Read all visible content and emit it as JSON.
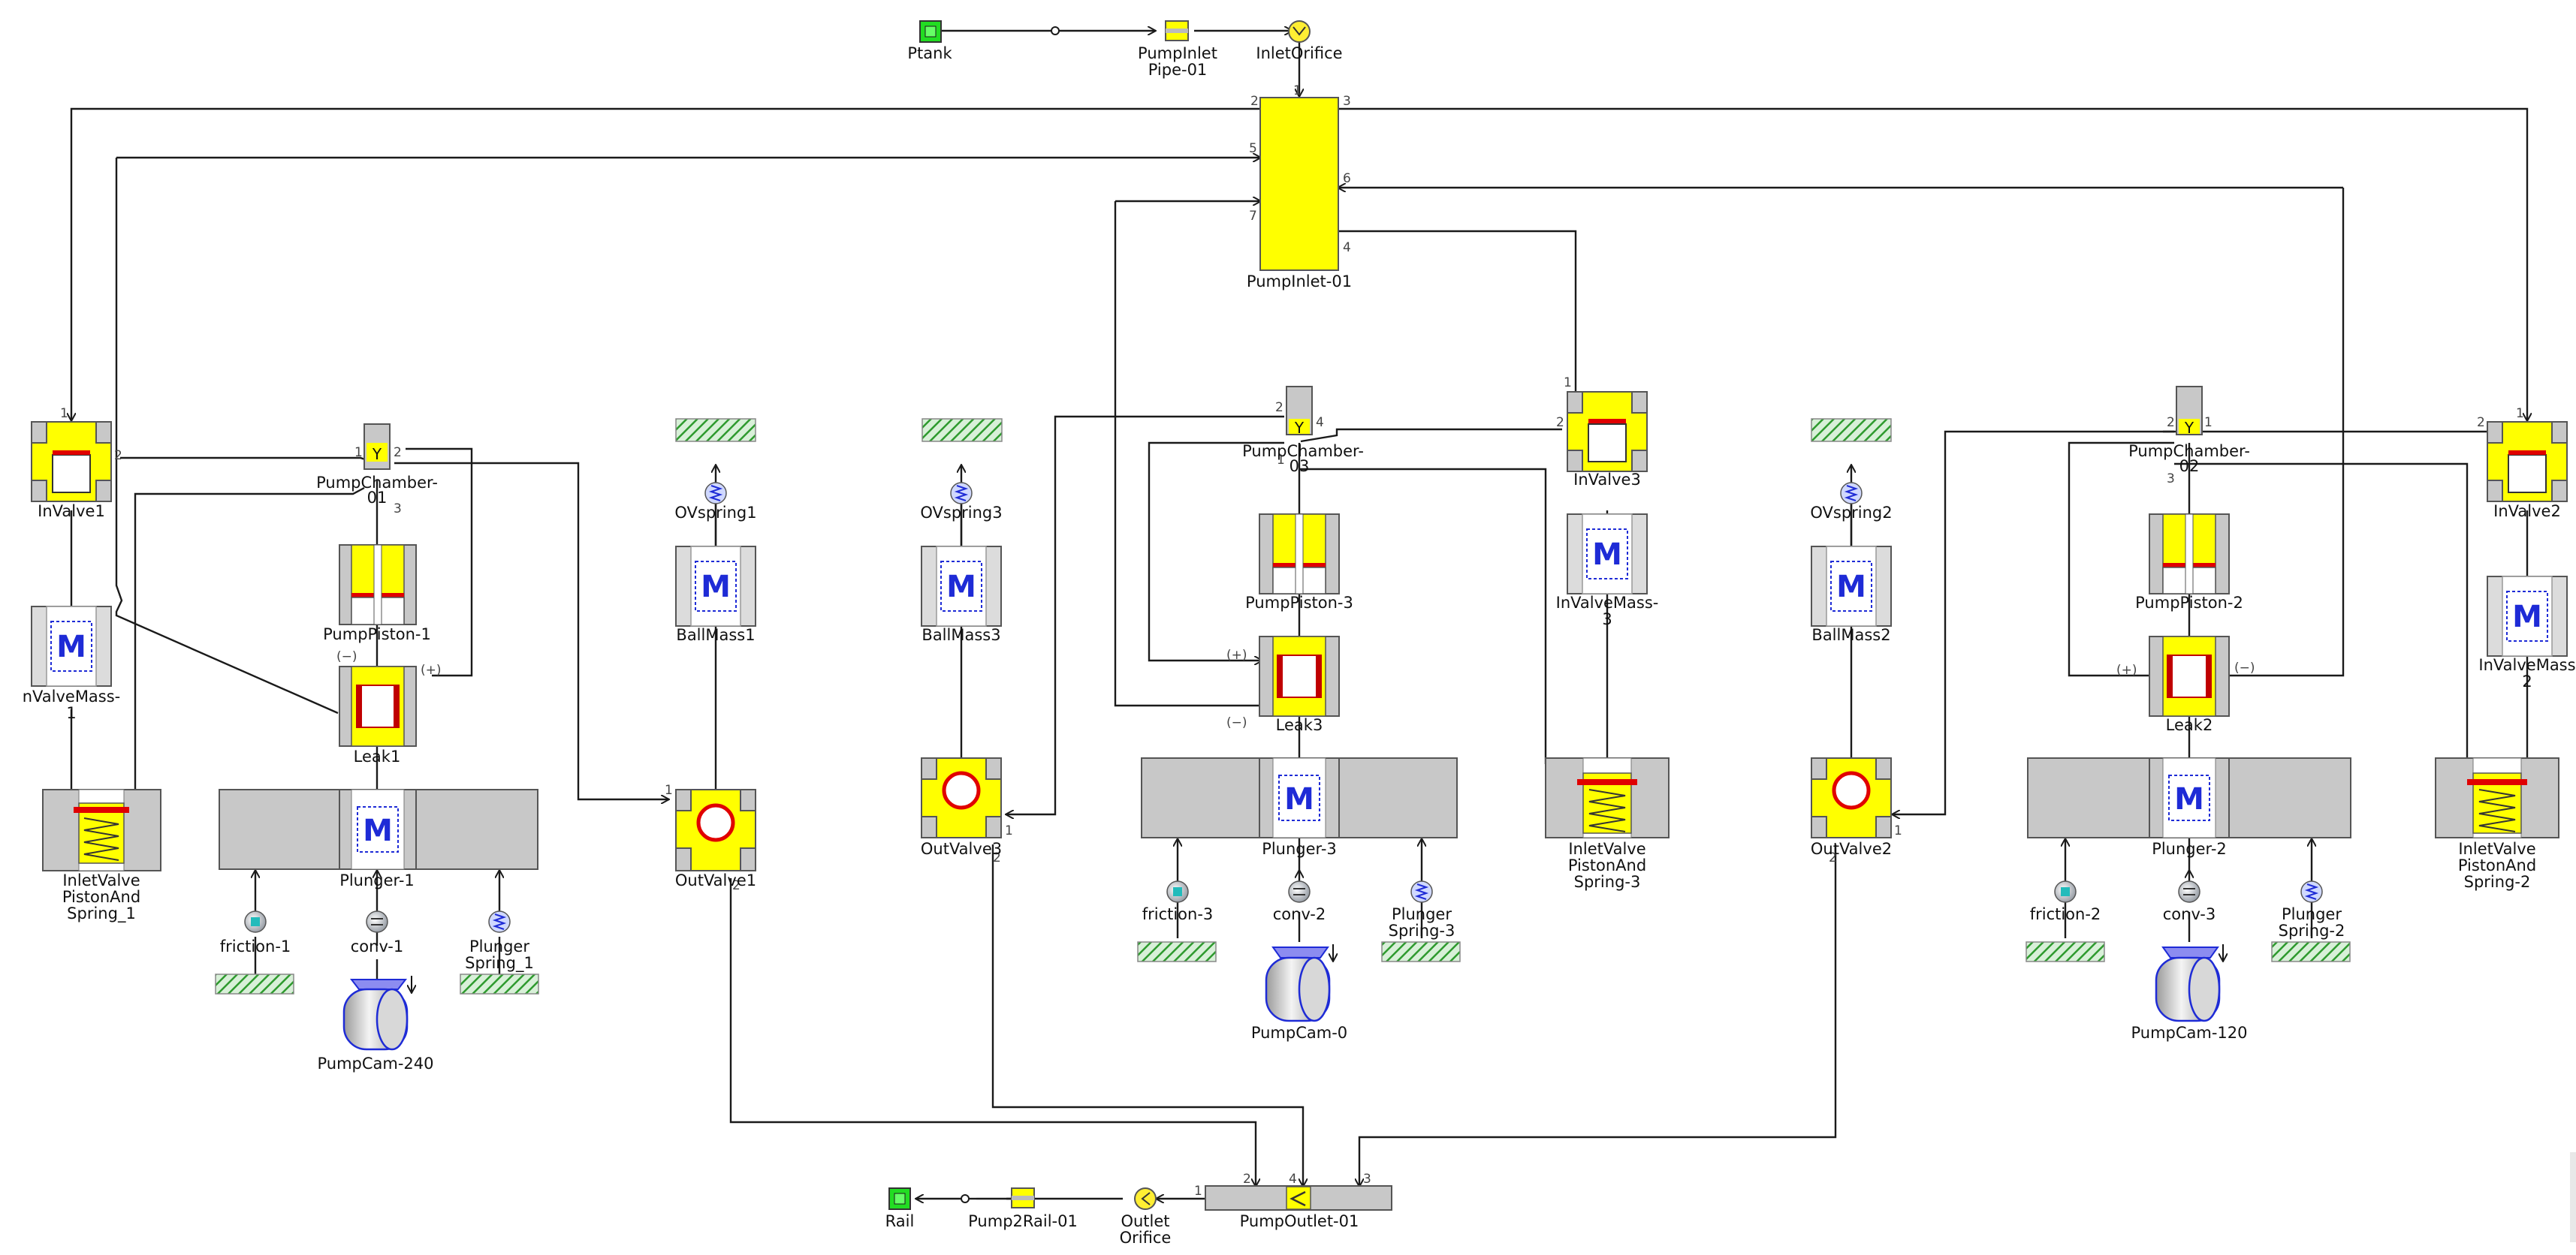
{
  "components": {
    "ptank": "Ptank",
    "pump_inlet_pipe_1": "PumpInlet",
    "pump_inlet_pipe_2": "Pipe-01",
    "inlet_orifice": "InletOrifice",
    "pump_inlet": "PumpInlet-01",
    "in_valve1": "InValve1",
    "in_valve2": "InValve2",
    "in_valve3": "InValve3",
    "in_valve_mass1_a": "nValveMass-",
    "in_valve_mass1_b": "1",
    "in_valve_mass2_a": "InValveMass",
    "in_valve_mass2_b": "2",
    "in_valve_mass3_a": "InValveMass-",
    "in_valve_mass3_b": "3",
    "ivps1": [
      "InletValve",
      "PistonAnd",
      "Spring_1"
    ],
    "ivps2": [
      "InletValve",
      "PistonAnd",
      "Spring-2"
    ],
    "ivps3": [
      "InletValve",
      "PistonAnd",
      "Spring-3"
    ],
    "chamber1_a": "PumpChamber-",
    "chamber1_b": "01",
    "chamber2_a": "PumpChamber-",
    "chamber2_b": "02",
    "chamber3_a": "PumpChamber-",
    "chamber3_b": "03",
    "piston1": "PumpPiston-1",
    "piston2": "PumpPiston-2",
    "piston3": "PumpPiston-3",
    "leak1": "Leak1",
    "leak2": "Leak2",
    "leak3": "Leak3",
    "plunger1": "Plunger-1",
    "plunger2": "Plunger-2",
    "plunger3": "Plunger-3",
    "friction1": "friction-1",
    "friction2": "friction-2",
    "friction3": "friction-3",
    "conv1": "conv-1",
    "conv2": "conv-2",
    "conv3": "conv-3",
    "plspring1": [
      "Plunger",
      "Spring_1"
    ],
    "plspring2": [
      "Plunger",
      "Spring-2"
    ],
    "plspring3": [
      "Plunger",
      "Spring-3"
    ],
    "cam240": "PumpCam-240",
    "cam0": "PumpCam-0",
    "cam120": "PumpCam-120",
    "ovspring1": "OVspring1",
    "ovspring2": "OVspring2",
    "ovspring3": "OVspring3",
    "ballmass1": "BallMass1",
    "ballmass2": "BallMass2",
    "ballmass3": "BallMass3",
    "outvalve1": "OutValve1",
    "outvalve2": "OutValve2",
    "outvalve3": "OutValve3",
    "pump_outlet": "PumpOutlet-01",
    "outlet_orifice": [
      "Outlet",
      "Orifice"
    ],
    "pump2rail": "Pump2Rail-01",
    "rail": "Rail"
  },
  "ports": {
    "n1": "1",
    "n2": "2",
    "n3": "3",
    "n4": "4",
    "n5": "5",
    "n6": "6",
    "n7": "7",
    "minus": "(−)",
    "plus": "(+)"
  },
  "symbols": {
    "mass": "M",
    "venturi": "Y"
  },
  "colors": {
    "component_yellow": "#ffff00",
    "component_gray": "#c8c8c8",
    "seat_red": "#e00000",
    "mass_blue": "#1e2bd6",
    "tank_green": "#22dd22",
    "ground_green": "#2e9a2e"
  }
}
